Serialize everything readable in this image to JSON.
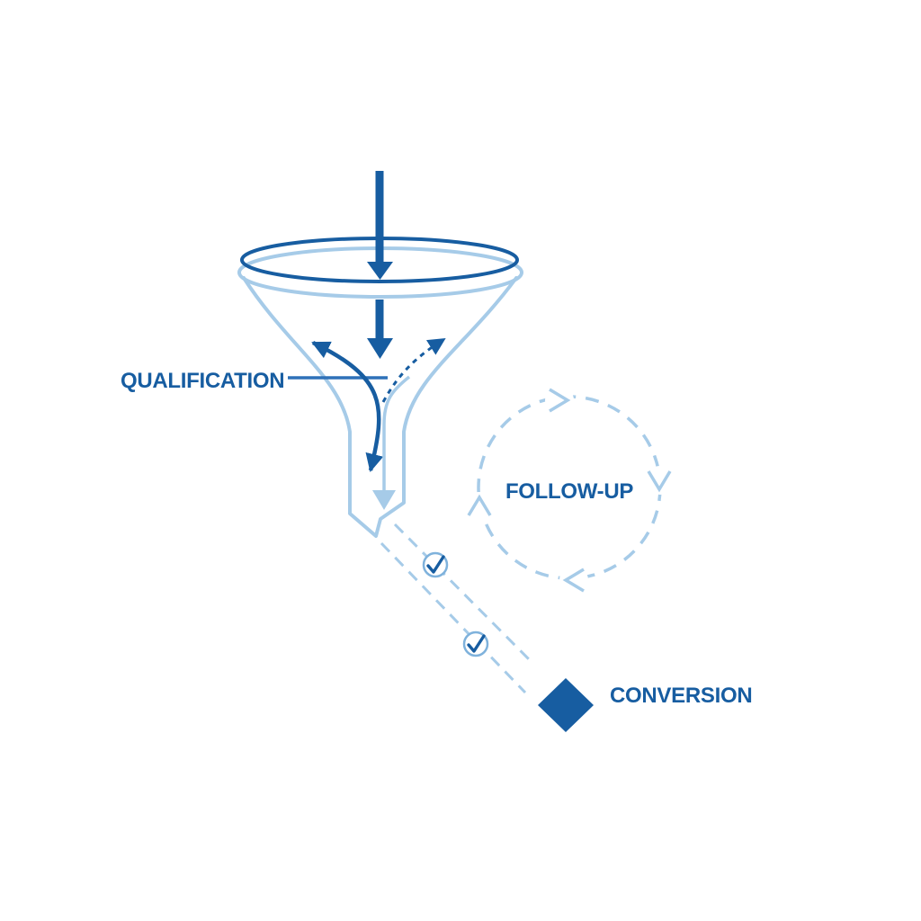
{
  "palette": {
    "dark_blue": "#175da1",
    "light_blue": "#a6cbe8",
    "medium_blue": "#2e71b8",
    "check_ring_blue": "#7fb2dc",
    "background": "#ffffff"
  },
  "stages": {
    "qualification": {
      "label": "QUALIFICATION"
    },
    "follow_up": {
      "label": "FOLLOW-UP"
    },
    "conversion": {
      "label": "CONVERSION"
    }
  },
  "icons": [
    "funnel-icon",
    "inflow-arrow-icon",
    "qualification-split-arrow-icon",
    "disqualified-dashed-arrow-icon",
    "funnel-output-arrow-icon",
    "dashed-connector-line",
    "check-circle-icon",
    "follow-up-cycle-icon",
    "conversion-diamond-icon"
  ]
}
